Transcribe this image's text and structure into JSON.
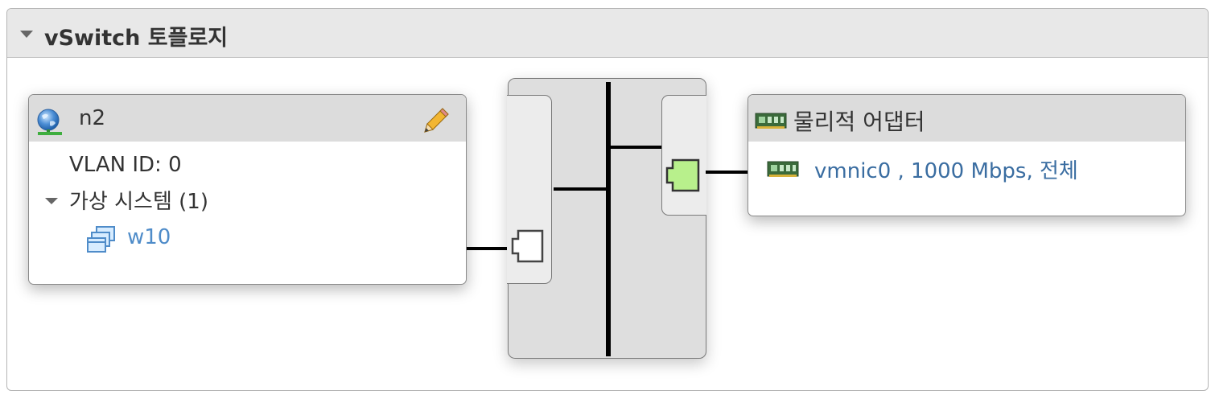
{
  "panel": {
    "title": "vSwitch 토플로지"
  },
  "port_group": {
    "name": "n2",
    "vlan": "VLAN ID: 0",
    "vm_section_label": "가상 시스템 (1)",
    "vms": [
      {
        "name": "w10"
      }
    ]
  },
  "physical_adapters": {
    "title": "물리적 어댑터",
    "nics": [
      {
        "label": "vmnic0 , 1000 Mbps, 전체"
      }
    ]
  },
  "colors": {
    "link_blue": "#4f8cc9",
    "nic_blue": "#3a6da1",
    "active_port_green": "#b8f08c"
  },
  "icons": {
    "port_group": "network-globe-icon",
    "edit": "pencil-icon",
    "vm": "virtual-machine-icon",
    "nic": "nic-card-icon",
    "uplink_port": "port-active-icon",
    "vm_port": "port-icon"
  }
}
